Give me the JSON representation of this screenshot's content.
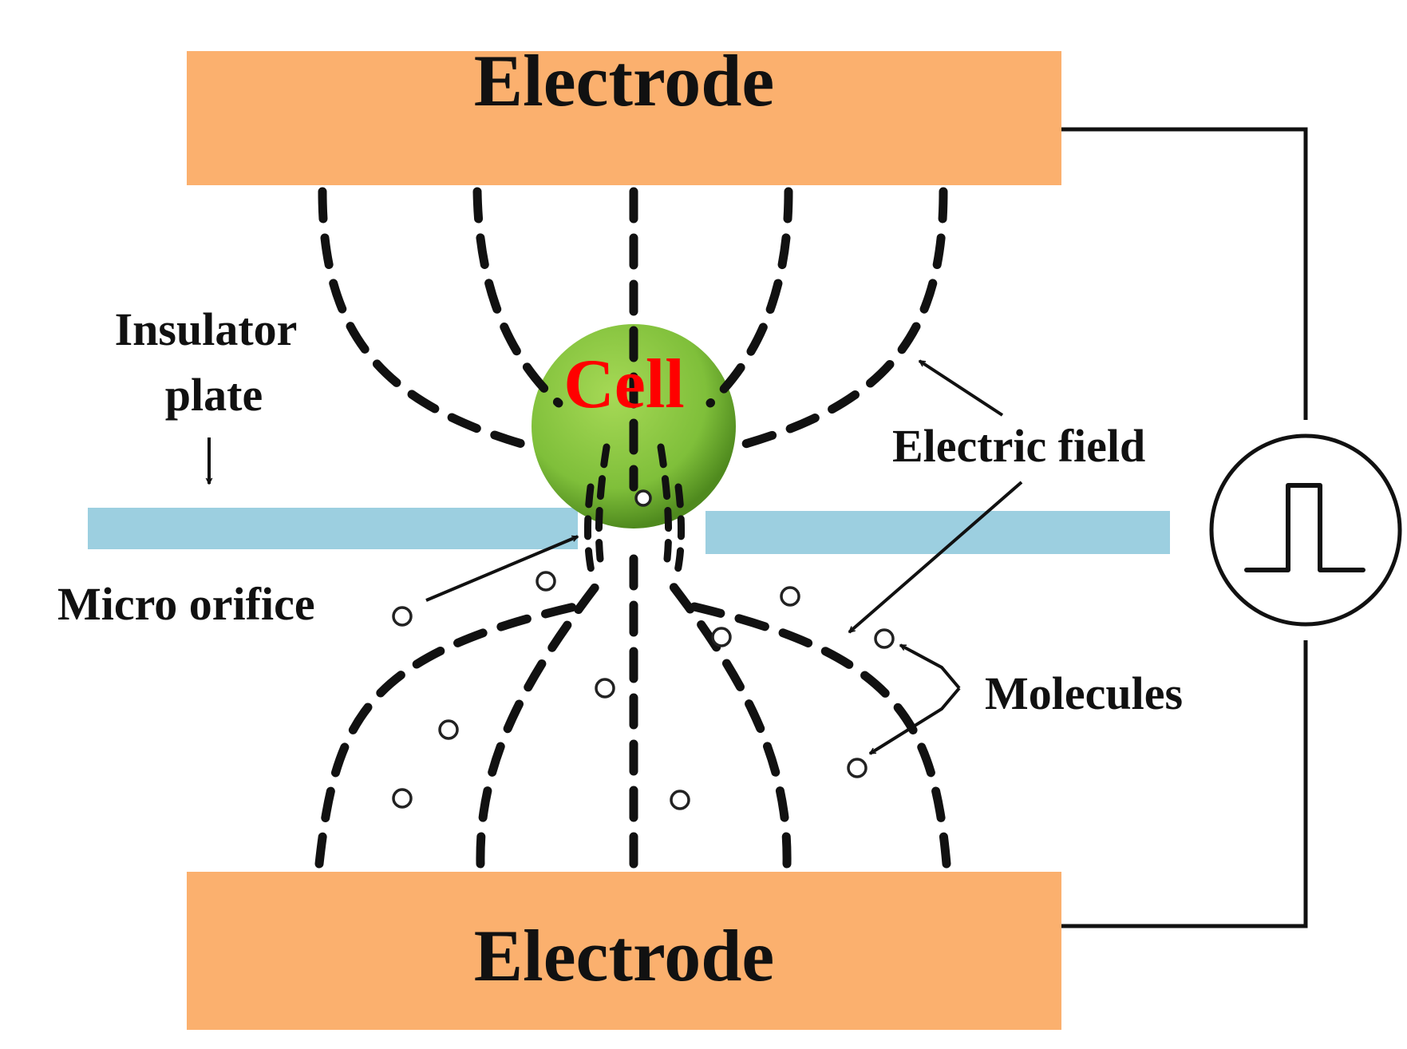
{
  "labels": {
    "electrode_top": "Electrode",
    "electrode_bottom": "Electrode",
    "cell": "Cell",
    "insulator_line1": "Insulator",
    "insulator_line2": "plate",
    "micro_orifice": "Micro orifice",
    "electric_field": "Electric field",
    "molecules": "Molecules"
  },
  "colors": {
    "electrode": "#fbb06e",
    "insulator": "#9ccfe0",
    "cell_fill": "#8cc63f",
    "cell_dark": "#4f8a1e",
    "cell_label": "#ff0000",
    "ink": "#111111"
  },
  "icons": {
    "pulse_source": "pulse-generator-icon"
  }
}
